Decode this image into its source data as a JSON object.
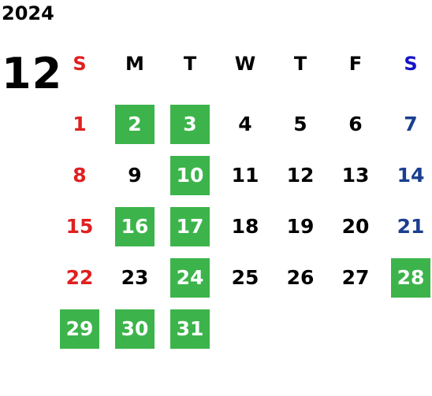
{
  "year": "2024",
  "month": "12",
  "weekdays": [
    "S",
    "M",
    "T",
    "W",
    "T",
    "F",
    "S"
  ],
  "colors": {
    "sunday": "#e02020",
    "saturday": "#1a3f8f",
    "saturday_header": "#1414c8",
    "highlight_bg": "#3cb44b",
    "highlight_text": "#ffffff"
  },
  "days": [
    {
      "label": "1",
      "highlight": false
    },
    {
      "label": "2",
      "highlight": true
    },
    {
      "label": "3",
      "highlight": true
    },
    {
      "label": "4",
      "highlight": false
    },
    {
      "label": "5",
      "highlight": false
    },
    {
      "label": "6",
      "highlight": false
    },
    {
      "label": "7",
      "highlight": false
    },
    {
      "label": "8",
      "highlight": false
    },
    {
      "label": "9",
      "highlight": false
    },
    {
      "label": "10",
      "highlight": true
    },
    {
      "label": "11",
      "highlight": false
    },
    {
      "label": "12",
      "highlight": false
    },
    {
      "label": "13",
      "highlight": false
    },
    {
      "label": "14",
      "highlight": false
    },
    {
      "label": "15",
      "highlight": false
    },
    {
      "label": "16",
      "highlight": true
    },
    {
      "label": "17",
      "highlight": true
    },
    {
      "label": "18",
      "highlight": false
    },
    {
      "label": "19",
      "highlight": false
    },
    {
      "label": "20",
      "highlight": false
    },
    {
      "label": "21",
      "highlight": false
    },
    {
      "label": "22",
      "highlight": false
    },
    {
      "label": "23",
      "highlight": false
    },
    {
      "label": "24",
      "highlight": true
    },
    {
      "label": "25",
      "highlight": false
    },
    {
      "label": "26",
      "highlight": false
    },
    {
      "label": "27",
      "highlight": false
    },
    {
      "label": "28",
      "highlight": true
    },
    {
      "label": "29",
      "highlight": true
    },
    {
      "label": "30",
      "highlight": true
    },
    {
      "label": "31",
      "highlight": true
    }
  ]
}
